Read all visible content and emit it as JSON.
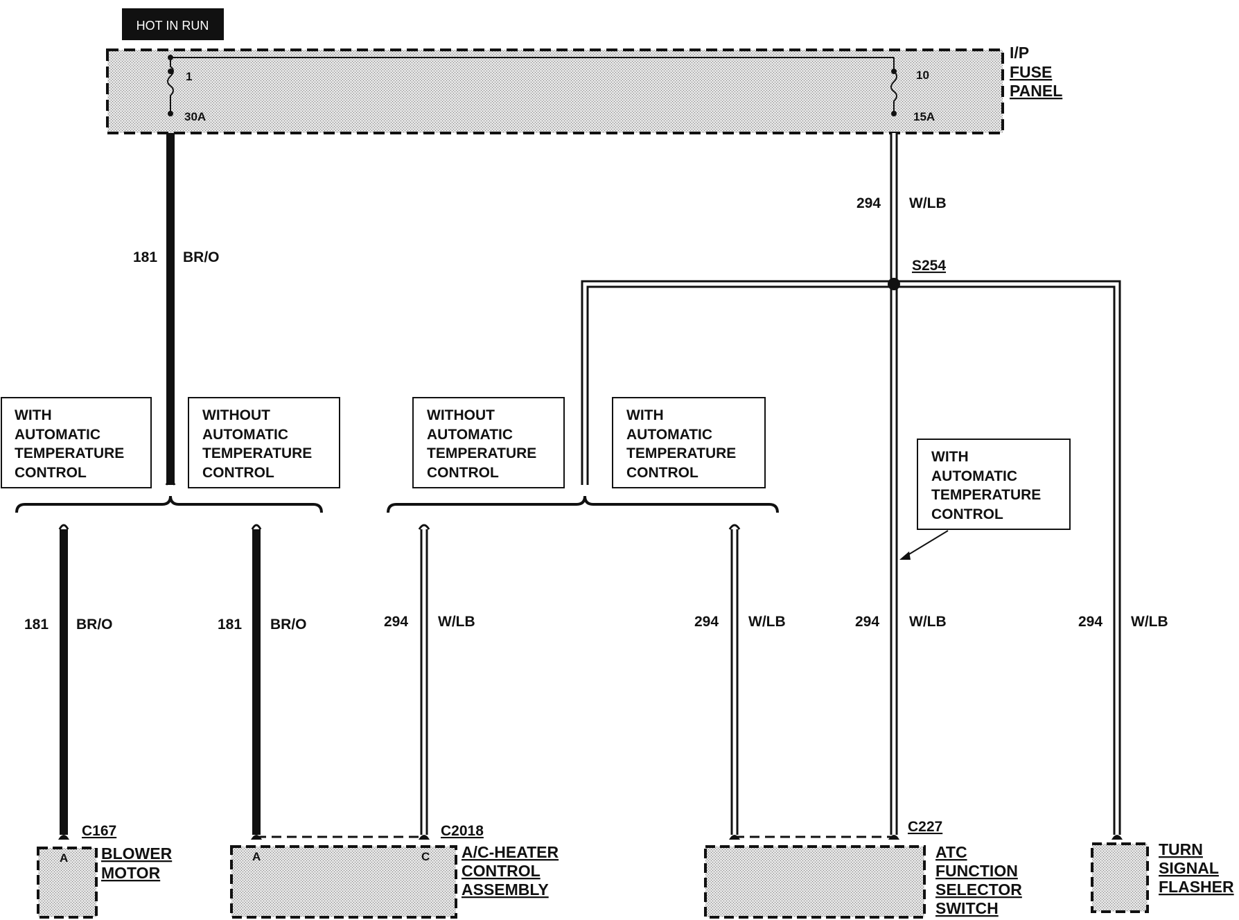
{
  "header": {
    "hot_label": "HOT IN RUN"
  },
  "fuse_panel": {
    "title_line1": "I/P",
    "title_line2": "FUSE",
    "title_line3": "PANEL",
    "fuse_left": {
      "number": "1",
      "rating": "30A"
    },
    "fuse_right": {
      "number": "10",
      "rating": "15A"
    }
  },
  "splice": {
    "id": "S254"
  },
  "option_boxes": {
    "box1": {
      "lines": [
        "WITH",
        "AUTOMATIC",
        "TEMPERATURE",
        "CONTROL"
      ]
    },
    "box2": {
      "lines": [
        "WITHOUT",
        "AUTOMATIC",
        "TEMPERATURE",
        "CONTROL"
      ]
    },
    "box3": {
      "lines": [
        "WITHOUT",
        "AUTOMATIC",
        "TEMPERATURE",
        "CONTROL"
      ]
    },
    "box4": {
      "lines": [
        "WITH",
        "AUTOMATIC",
        "TEMPERATURE",
        "CONTROL"
      ]
    },
    "box5": {
      "lines": [
        "WITH",
        "AUTOMATIC",
        "TEMPERATURE",
        "CONTROL"
      ]
    }
  },
  "wires": {
    "w181_top": {
      "circuit": "181",
      "color": "BR/O"
    },
    "w294_top": {
      "circuit": "294",
      "color": "W/LB"
    },
    "w181_blow": {
      "circuit": "181",
      "color": "BR/O"
    },
    "w181_ach": {
      "circuit": "181",
      "color": "BR/O"
    },
    "w294_ach": {
      "circuit": "294",
      "color": "W/LB"
    },
    "w294_atc1": {
      "circuit": "294",
      "color": "W/LB"
    },
    "w294_atc2": {
      "circuit": "294",
      "color": "W/LB"
    },
    "w294_turn": {
      "circuit": "294",
      "color": "W/LB"
    }
  },
  "components": {
    "blower": {
      "connector": "C167",
      "pin": "A",
      "name_lines": [
        "BLOWER",
        "MOTOR"
      ]
    },
    "ac_heater": {
      "connector": "C2018",
      "pin_a": "A",
      "pin_c": "C",
      "name_lines": [
        "A/C-HEATER",
        "CONTROL",
        "ASSEMBLY"
      ]
    },
    "atc": {
      "connector": "C227",
      "name_lines": [
        "ATC",
        "FUNCTION",
        "SELECTOR",
        "SWITCH"
      ]
    },
    "turn": {
      "name_lines": [
        "TURN",
        "SIGNAL",
        "FLASHER"
      ]
    }
  },
  "colors": {
    "ink": "#111111",
    "shade": "#d4d4d4",
    "wire_dark": "#1a1a1a",
    "wire_light": "#ffffff"
  }
}
